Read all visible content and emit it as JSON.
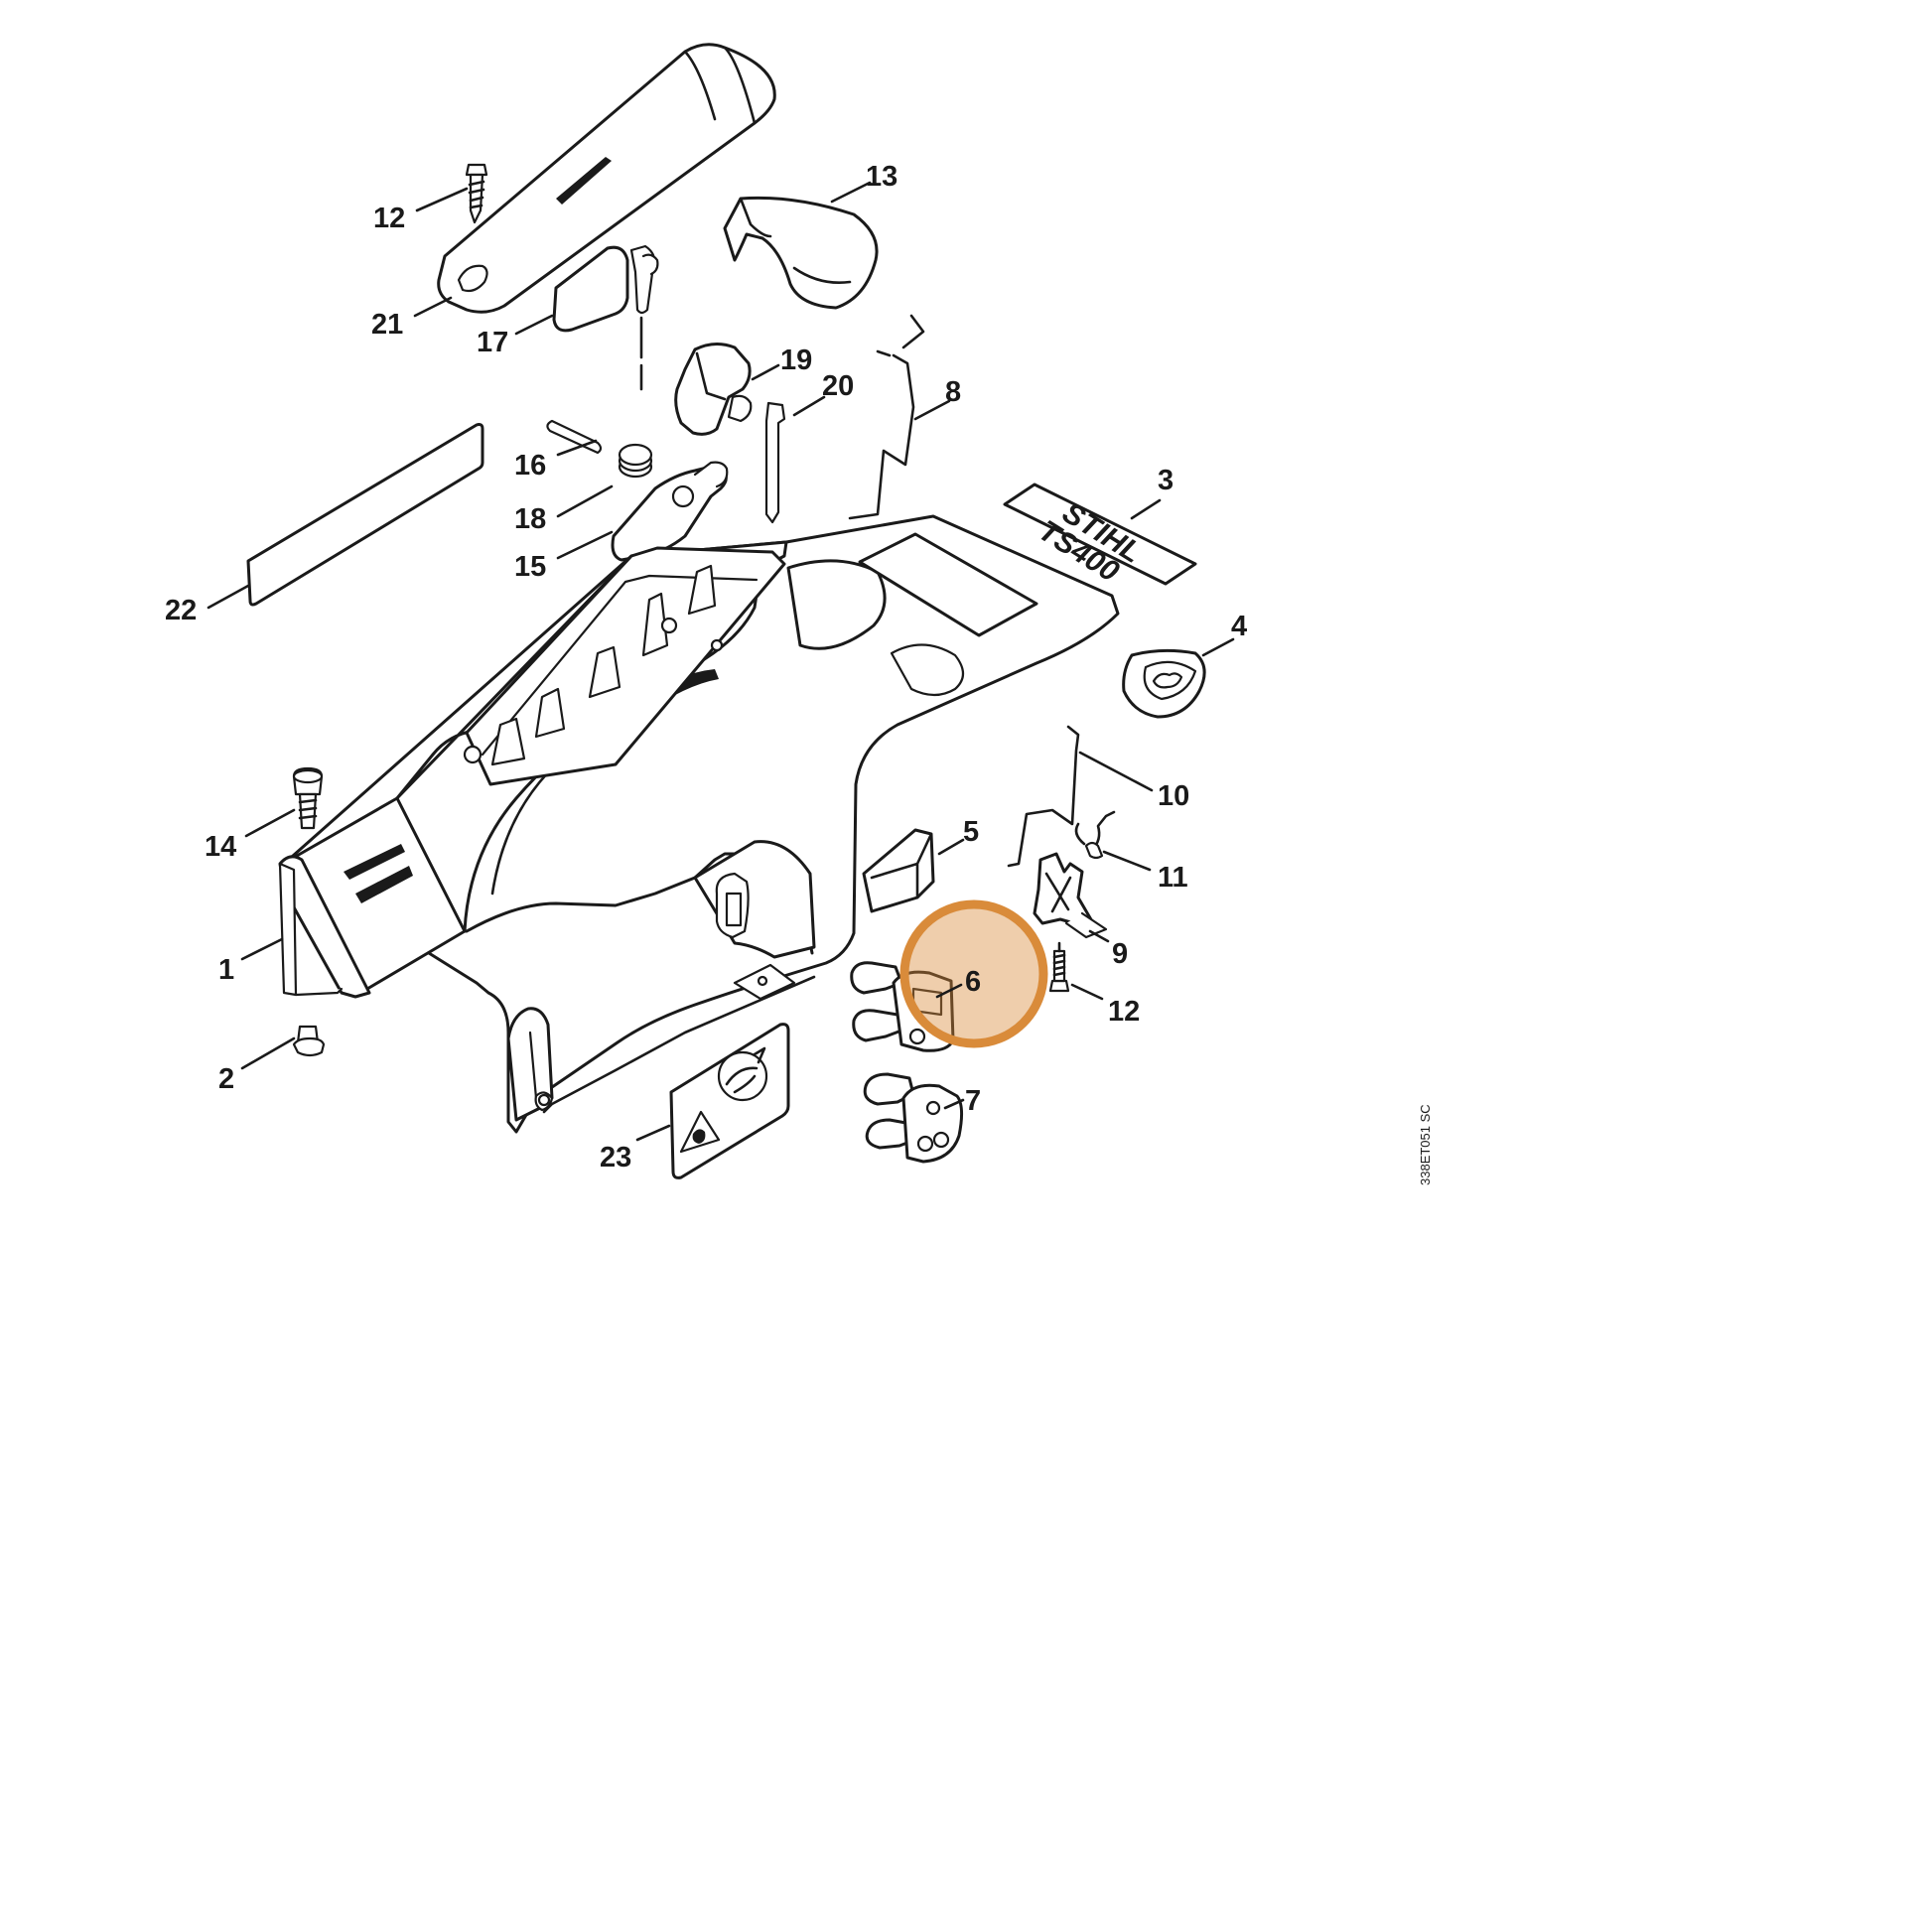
{
  "diagram": {
    "callouts": {
      "c12a": "12",
      "c21": "21",
      "c17": "17",
      "c13": "13",
      "c19": "19",
      "c20": "20",
      "c8": "8",
      "c16": "16",
      "c18": "18",
      "c15": "15",
      "c3": "3",
      "c22": "22",
      "c4": "4",
      "c10": "10",
      "c14": "14",
      "c5": "5",
      "c11": "11",
      "c1": "1",
      "c9": "9",
      "c6": "6",
      "c12b": "12",
      "c2": "2",
      "c7": "7",
      "c23": "23"
    },
    "decal_brand": "STIHL",
    "decal_model": "TS400",
    "reference_code": "338ET051 SC",
    "highlight": {
      "label": "6",
      "color": "#d98b3a"
    }
  }
}
